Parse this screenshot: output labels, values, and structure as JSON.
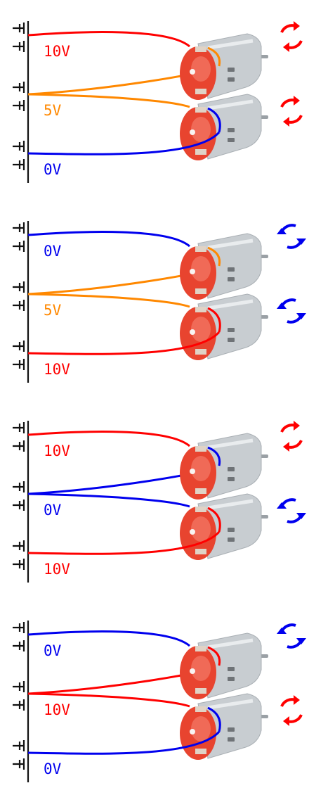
{
  "colors": {
    "red": "#ff0000",
    "orange": "#ff8800",
    "blue": "#0000ee",
    "rail": "#111111",
    "motor_cap": "#e8442f",
    "motor_body": "#c8cdd1"
  },
  "panels": [
    {
      "terminals": [
        {
          "label": "10V",
          "color": "red"
        },
        {
          "label": "5V",
          "color": "orange"
        },
        {
          "label": "0V",
          "color": "blue"
        }
      ],
      "rotations": [
        {
          "direction": "clockwise",
          "color": "red"
        },
        {
          "direction": "clockwise",
          "color": "red"
        }
      ]
    },
    {
      "terminals": [
        {
          "label": "0V",
          "color": "blue"
        },
        {
          "label": "5V",
          "color": "orange"
        },
        {
          "label": "10V",
          "color": "red"
        }
      ],
      "rotations": [
        {
          "direction": "counterclockwise",
          "color": "blue"
        },
        {
          "direction": "counterclockwise",
          "color": "blue"
        }
      ]
    },
    {
      "terminals": [
        {
          "label": "10V",
          "color": "red"
        },
        {
          "label": "0V",
          "color": "blue"
        },
        {
          "label": "10V",
          "color": "red"
        }
      ],
      "rotations": [
        {
          "direction": "clockwise",
          "color": "red"
        },
        {
          "direction": "counterclockwise",
          "color": "blue"
        }
      ]
    },
    {
      "terminals": [
        {
          "label": "0V",
          "color": "blue"
        },
        {
          "label": "10V",
          "color": "red"
        },
        {
          "label": "0V",
          "color": "blue"
        }
      ],
      "rotations": [
        {
          "direction": "counterclockwise",
          "color": "blue"
        },
        {
          "direction": "clockwise",
          "color": "red"
        }
      ]
    }
  ]
}
